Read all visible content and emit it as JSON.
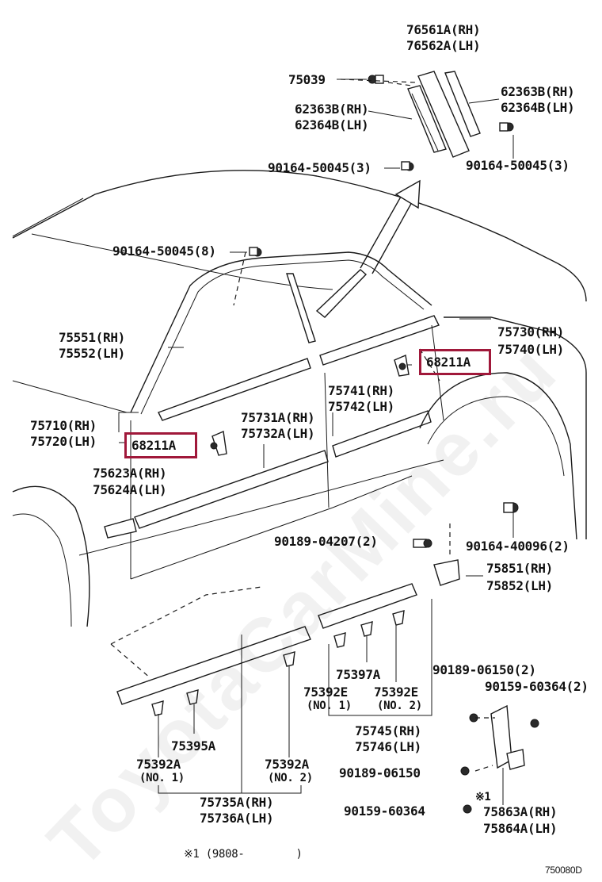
{
  "watermark": "ToyotaCarMine.ru",
  "diagram_code": "750080D",
  "footnote": "※1 (9808-        )",
  "marker_text": "※1",
  "highlight_color": "#a0183a",
  "labels": {
    "p76561": "76561A(RH)",
    "p76562": "76562A(LH)",
    "p75039": "75039",
    "p62363l": "62363B(RH)",
    "p62364l": "62364B(LH)",
    "p62363r": "62363B(RH)",
    "p62364r": "62364B(LH)",
    "p90164a": "90164-50045(3)",
    "p90164b": "90164-50045(3)",
    "p90164c": "90164-50045(8)",
    "p75551": "75551(RH)",
    "p75552": "75552(LH)",
    "p75730": "75730(RH)",
    "p75740": "75740(LH)",
    "p68211r": "68211A",
    "p75741": "75741(RH)",
    "p75742": "75742(LH)",
    "p75710": "75710(RH)",
    "p75720": "75720(LH)",
    "p75731": "75731A(RH)",
    "p75732": "75732A(LH)",
    "p68211l": "68211A",
    "p75623": "75623A(RH)",
    "p75624": "75624A(LH)",
    "p90189a": "90189-04207(2)",
    "p90164d": "90164-40096(2)",
    "p75851": "75851(RH)",
    "p75852": "75852(LH)",
    "p75397": "75397A",
    "p75392e1": "75392E",
    "p75392e1n": "(NO. 1)",
    "p75392e2": "75392E",
    "p75392e2n": "(NO. 2)",
    "p90189b": "90189-06150(2)",
    "p90159a": "90159-60364(2)",
    "p75745": "75745(RH)",
    "p75746": "75746(LH)",
    "p75395": "75395A",
    "p75392a1": "75392A",
    "p75392a1n": "(NO. 1)",
    "p75392a2": "75392A",
    "p75392a2n": "(NO. 2)",
    "p90189c": "90189-06150",
    "p90159b": "90159-60364",
    "p75735": "75735A(RH)",
    "p75736": "75736A(LH)",
    "p75863": "75863A(RH)",
    "p75864": "75864A(LH)"
  }
}
